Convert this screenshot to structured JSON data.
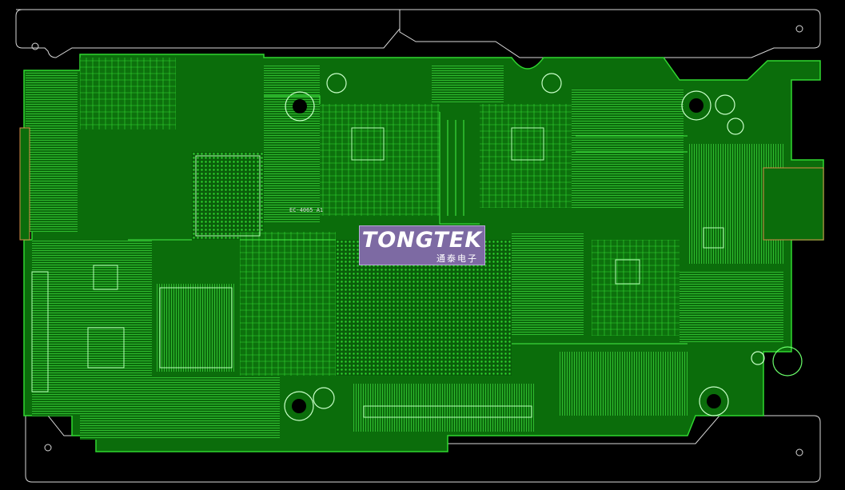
{
  "logo": {
    "brand": "TONGTEK",
    "subtitle": "通泰电子"
  },
  "silkscreen": {
    "label_ref_1": "EC-4065 A1"
  },
  "colors": {
    "background": "#000000",
    "board_fill": "#0f7a0f",
    "trace": "#38e838",
    "outline": "#d9d9d9",
    "logo_bg": "#7d6aa3",
    "pad_orange": "#d98a4a"
  }
}
